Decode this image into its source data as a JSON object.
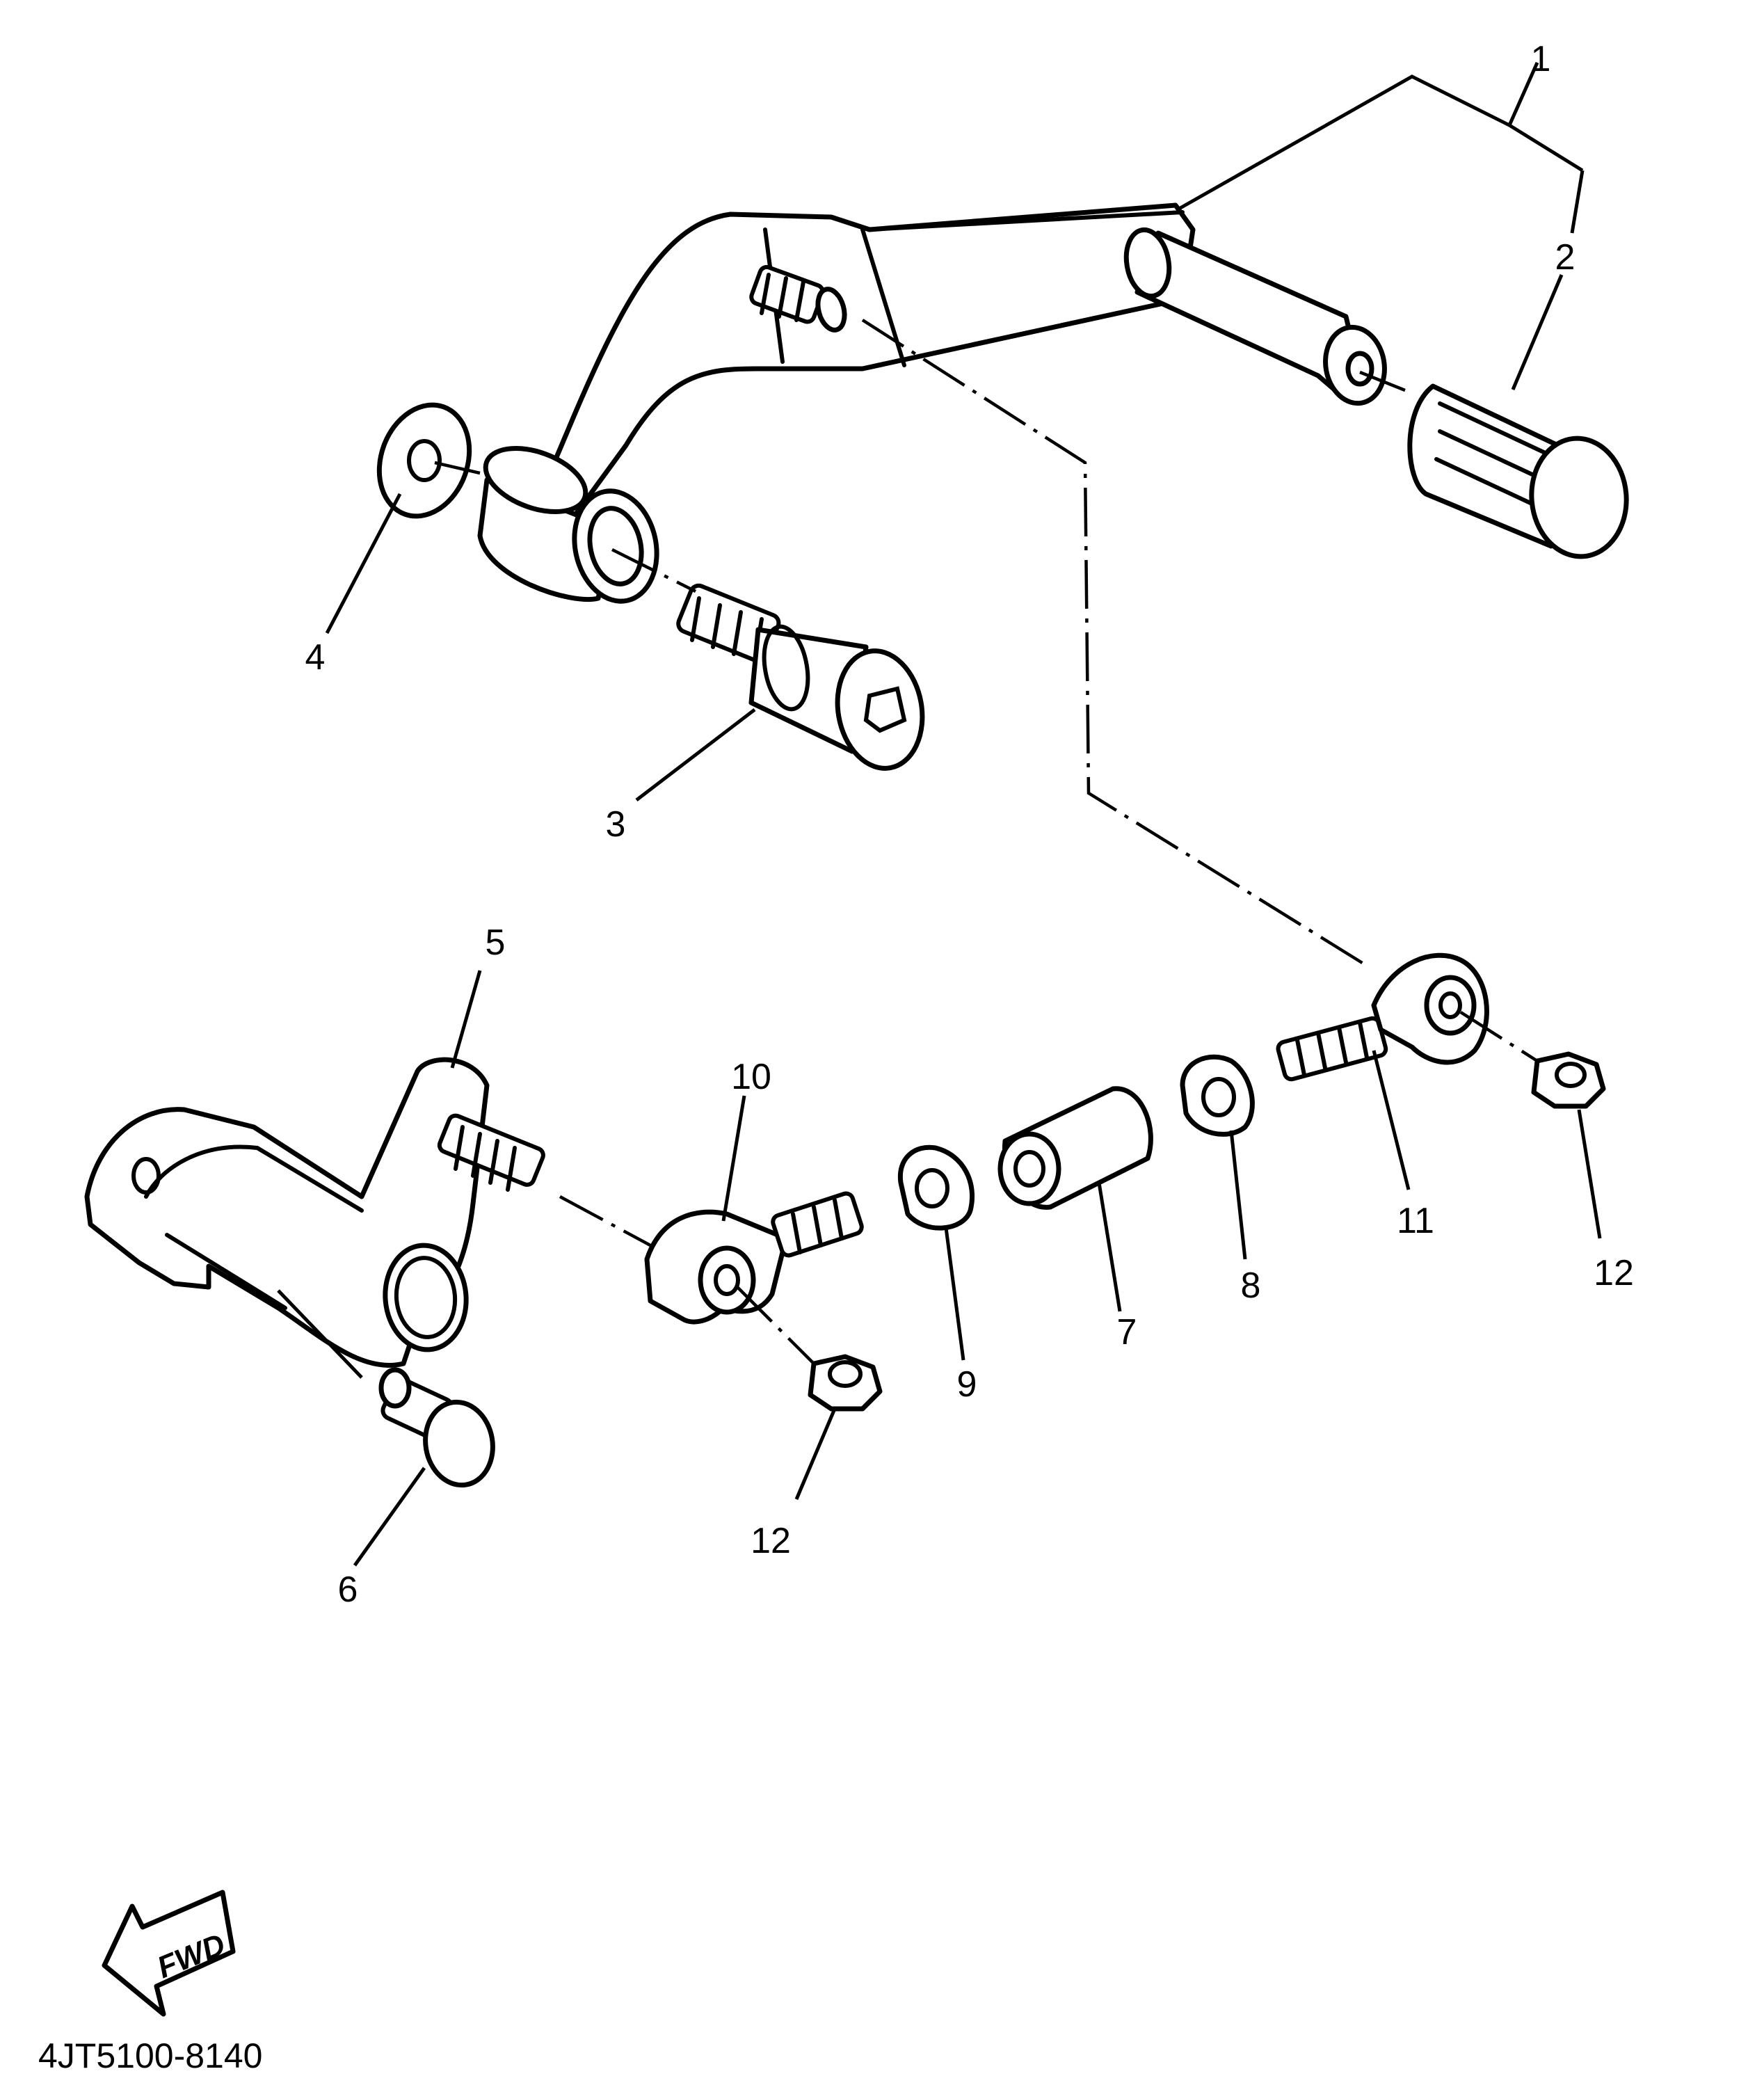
{
  "diagram": {
    "drawing_code": "4JT5100-8140",
    "direction_marker": "FWD",
    "callouts": [
      "1",
      "2",
      "3",
      "4",
      "5",
      "6",
      "7",
      "8",
      "9",
      "10",
      "11",
      "12",
      "12"
    ]
  },
  "colors": {
    "ink": "#000000",
    "paper": "#ffffff"
  }
}
